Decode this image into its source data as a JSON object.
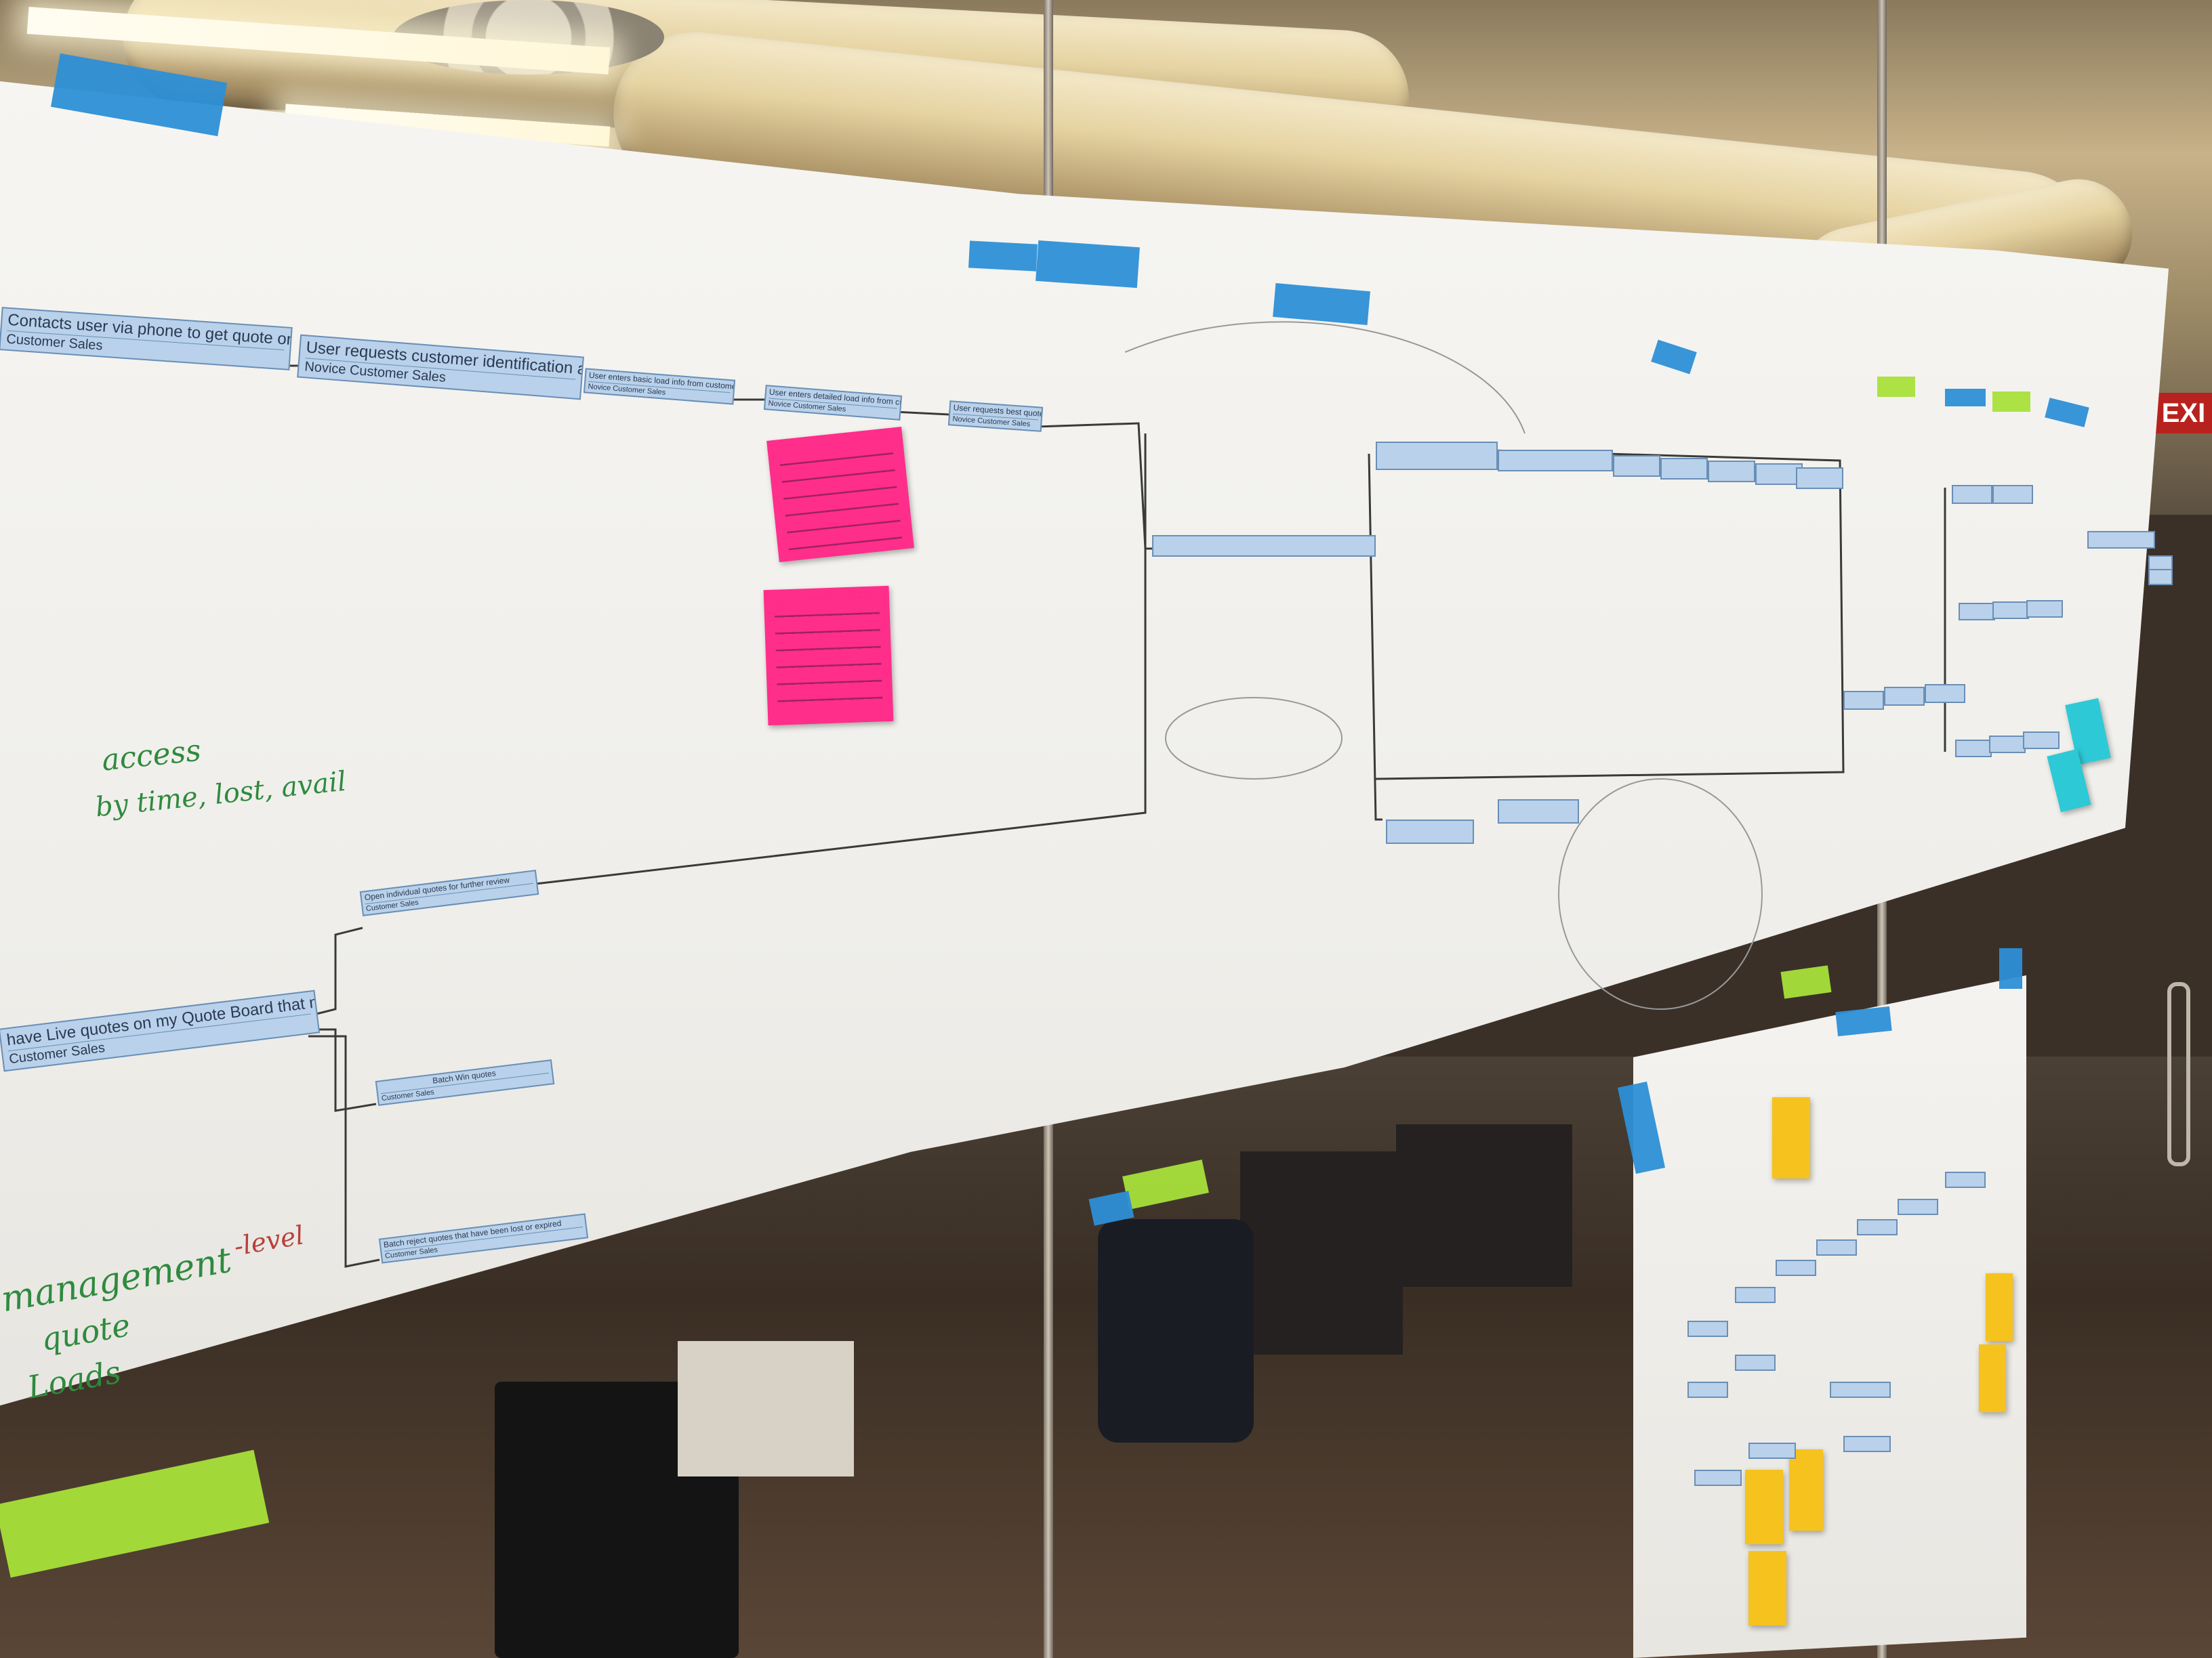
{
  "flow_nodes": [
    {
      "text": "Contacts user via phone to get quote on a proposed load",
      "role": "Customer Sales"
    },
    {
      "text": "User requests customer identification and enters it into the tool",
      "role": "Novice Customer Sales"
    },
    {
      "text": "User enters basic load info from customer",
      "role": "Novice Customer Sales"
    },
    {
      "text": "User enters detailed load info from customer",
      "role": "Novice Customer Sales"
    },
    {
      "text": "User requests best quote",
      "role": "Novice Customer Sales"
    },
    {
      "text": "Open individual quotes for further review",
      "role": "Customer Sales"
    },
    {
      "text": "have Live quotes on my Quote Board that need to be worked",
      "role": "Customer Sales"
    },
    {
      "text": "Batch Win quotes",
      "role": "Customer Sales"
    },
    {
      "text": "Batch reject quotes that have been lost or expired",
      "role": "Customer Sales"
    }
  ],
  "handwriting": {
    "access": "access",
    "access_line": "by time, lost, avail",
    "management": "management",
    "level": "-level",
    "quote": "quote",
    "loads": "Loads"
  },
  "exit_sign": "EXI",
  "colors": {
    "paper": "#f4f3f0",
    "node_fill": "#b9d1ea",
    "node_border": "#6a8fb6",
    "sticky_pink": "#ff2e8a",
    "sticky_cyan": "#2ec9d6",
    "sticky_yellow": "#f6c21e",
    "tape_blue": "#2d8fd6",
    "tape_green": "#a8e03a",
    "marker_green": "#2f8a3e"
  }
}
